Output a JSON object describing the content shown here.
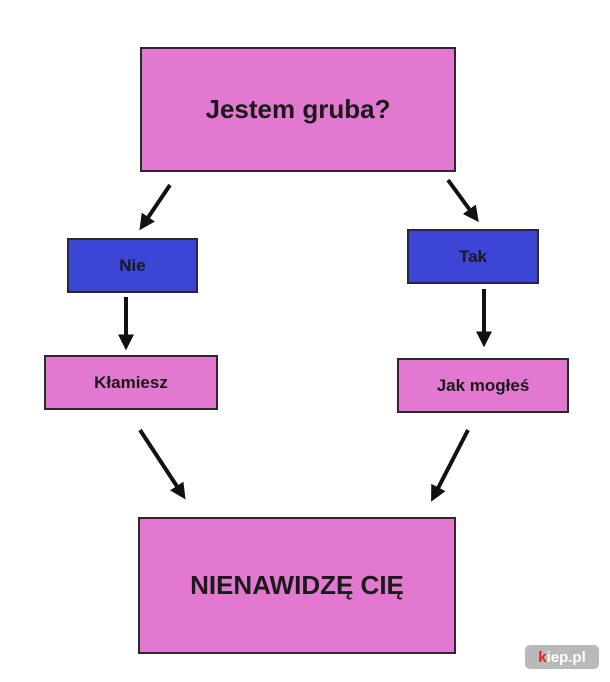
{
  "diagram": {
    "question": "Jestem gruba?",
    "branch_no": {
      "label": "Nie",
      "next": "Kłamiesz"
    },
    "branch_yes": {
      "label": "Tak",
      "next": "Jak mogłeś"
    },
    "result": "NIENAWIDZĘ CIĘ"
  },
  "watermark": {
    "first": "k",
    "rest": "iep.pl"
  },
  "colors": {
    "pink": "#e278cf",
    "blue": "#3c45d6",
    "line": "#111111"
  }
}
